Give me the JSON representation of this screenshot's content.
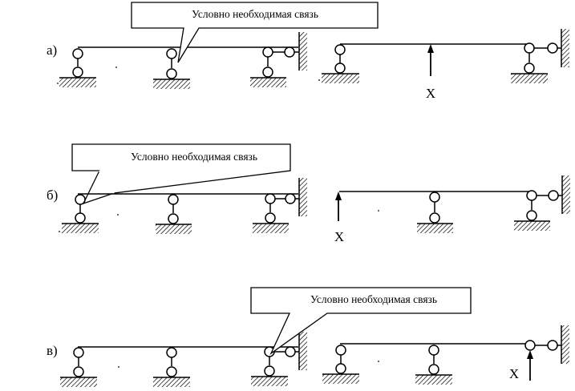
{
  "rows": [
    {
      "label": "а)",
      "callout": "Условно необходимая связь",
      "force": "X"
    },
    {
      "label": "б)",
      "callout": "Условно необходимая связь",
      "force": "X"
    },
    {
      "label": "в)",
      "callout": "Условно необходимая связь",
      "force": "X"
    }
  ],
  "colors": {
    "stroke": "#000000",
    "background": "#ffffff"
  }
}
